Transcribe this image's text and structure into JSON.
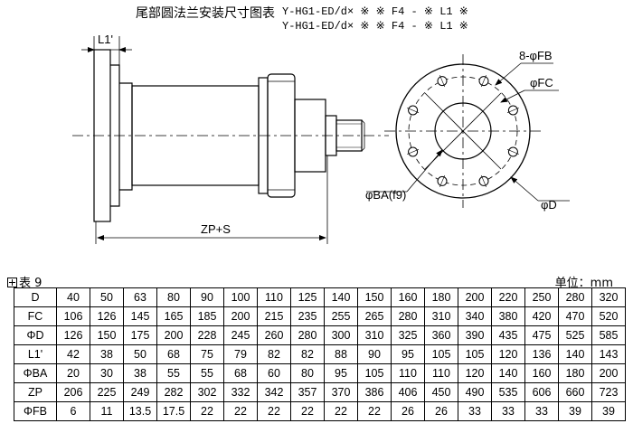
{
  "header": {
    "title_cn": "尾部圆法兰安装尺寸图表",
    "model_line1": "Y-HG1-ED/d× ※ ※ F4 - ※ L1 ※",
    "model_line2": "Y-HG1-ED/d× ※ ※ F4 - ※ L1 ※"
  },
  "drawing": {
    "label_l1": "L1'",
    "label_zp": "ZP+S",
    "label_fb": "8-φFB",
    "label_fc": "φFC",
    "label_ba": "φBA(f9)",
    "label_d": "φD"
  },
  "table": {
    "caption": "表 9",
    "unit": "单位：mm",
    "rows": [
      {
        "label": "D",
        "values": [
          "40",
          "50",
          "63",
          "80",
          "90",
          "100",
          "110",
          "125",
          "140",
          "150",
          "160",
          "180",
          "200",
          "220",
          "250",
          "280",
          "320"
        ]
      },
      {
        "label": "FC",
        "values": [
          "106",
          "126",
          "145",
          "165",
          "185",
          "200",
          "215",
          "235",
          "255",
          "265",
          "280",
          "310",
          "340",
          "380",
          "420",
          "470",
          "520"
        ]
      },
      {
        "label": "ΦD",
        "values": [
          "126",
          "150",
          "175",
          "200",
          "228",
          "245",
          "260",
          "280",
          "300",
          "310",
          "325",
          "360",
          "390",
          "435",
          "475",
          "525",
          "585"
        ]
      },
      {
        "label": "L1'",
        "values": [
          "42",
          "38",
          "50",
          "68",
          "75",
          "79",
          "82",
          "82",
          "88",
          "90",
          "95",
          "105",
          "105",
          "120",
          "136",
          "140",
          "143"
        ]
      },
      {
        "label": "ΦBA",
        "values": [
          "20",
          "30",
          "38",
          "55",
          "55",
          "68",
          "60",
          "80",
          "95",
          "105",
          "110",
          "110",
          "120",
          "140",
          "160",
          "180",
          "200"
        ]
      },
      {
        "label": "ZP",
        "values": [
          "206",
          "225",
          "249",
          "282",
          "302",
          "332",
          "342",
          "357",
          "370",
          "386",
          "406",
          "450",
          "490",
          "535",
          "606",
          "660",
          "723"
        ]
      },
      {
        "label": "ΦFB",
        "values": [
          "6",
          "11",
          "13.5",
          "17.5",
          "22",
          "22",
          "22",
          "22",
          "22",
          "22",
          "26",
          "26",
          "33",
          "33",
          "33",
          "39",
          "39"
        ]
      }
    ]
  }
}
